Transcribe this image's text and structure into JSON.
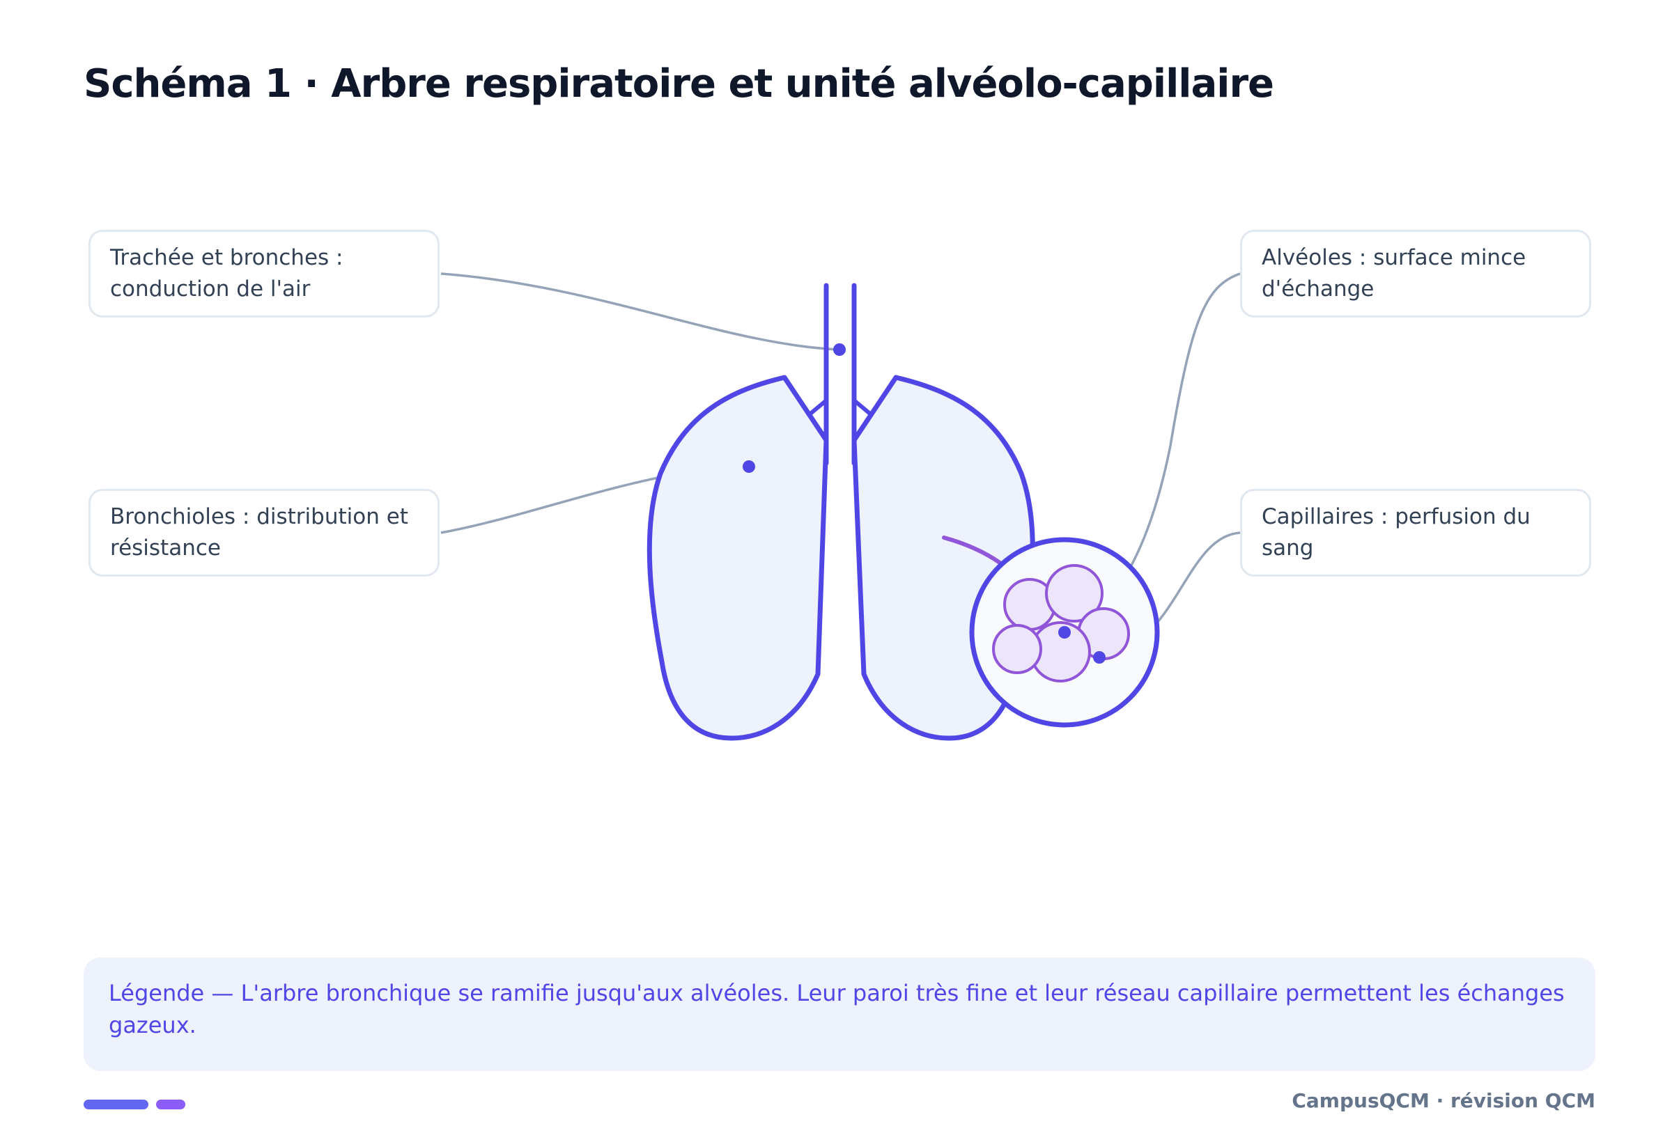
{
  "title": "Schéma 1 · Arbre respiratoire et unité alvéolo-capillaire",
  "labels": {
    "trachea": "Trachée et bronches : conduction de l'air",
    "bronchioles": "Bronchioles : distribution et résistance",
    "alveoli": "Alvéoles : surface mince d'échange",
    "capillaries": "Capillaires : perfusion du sang"
  },
  "legend": "Légende — L'arbre bronchique se ramifie jusqu'aux alvéoles. Leur paroi très fine et leur réseau capillaire permettent les échanges gazeux.",
  "footer": "CampusQCM · révision QCM",
  "colors": {
    "stroke": "#4f46e5",
    "lung_fill": "#eef2fc",
    "alveolus_stroke": "#9055d8",
    "alveolus_fill": "#ede6fb",
    "leader": "#94a3b8",
    "title": "#0f172a",
    "footer_bar_1": "#6366f1",
    "footer_bar_2": "#8b5cf6"
  }
}
